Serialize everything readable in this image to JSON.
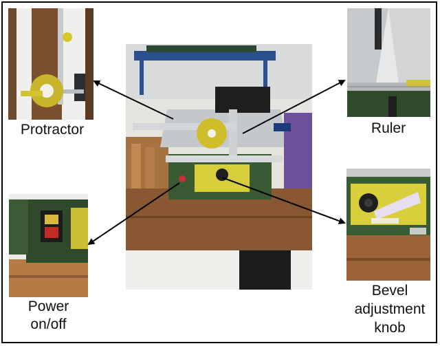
{
  "labels": {
    "protractor": "Protractor",
    "ruler": "Ruler",
    "power": [
      "Power",
      "on/off"
    ],
    "bevel": [
      "Bevel",
      "adjustment",
      "knob"
    ]
  },
  "colors": {
    "border": "#000000",
    "arrow": "#000000",
    "machine_green": "#3a5a33",
    "accent_yellow": "#d6c931",
    "wood": "#8a5a33",
    "aluminium": "#c9cccf"
  }
}
